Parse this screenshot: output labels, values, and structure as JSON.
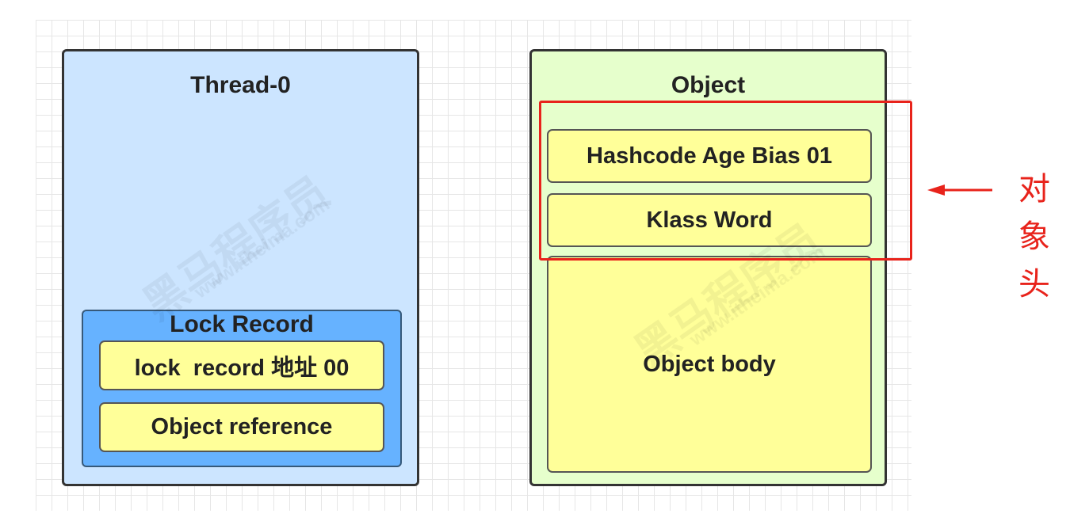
{
  "thread": {
    "title": "Thread-0",
    "lock_record": {
      "title": "Lock Record",
      "fields": [
        "lock  record 地址 00",
        "Object reference"
      ]
    }
  },
  "object": {
    "title": "Object",
    "header_fields": [
      "Hashcode Age Bias 01",
      "Klass Word"
    ],
    "body": "Object body"
  },
  "annotation": {
    "chars": [
      "对",
      "象",
      "头"
    ]
  },
  "watermark": {
    "text": "黑马程序员",
    "sub": "www.itheima.com"
  },
  "colors": {
    "thread_fill": "#cce5ff",
    "lock_record_fill": "#66b2ff",
    "object_fill": "#e6ffcc",
    "field_fill": "#ffff99",
    "highlight": "#e8231b"
  }
}
